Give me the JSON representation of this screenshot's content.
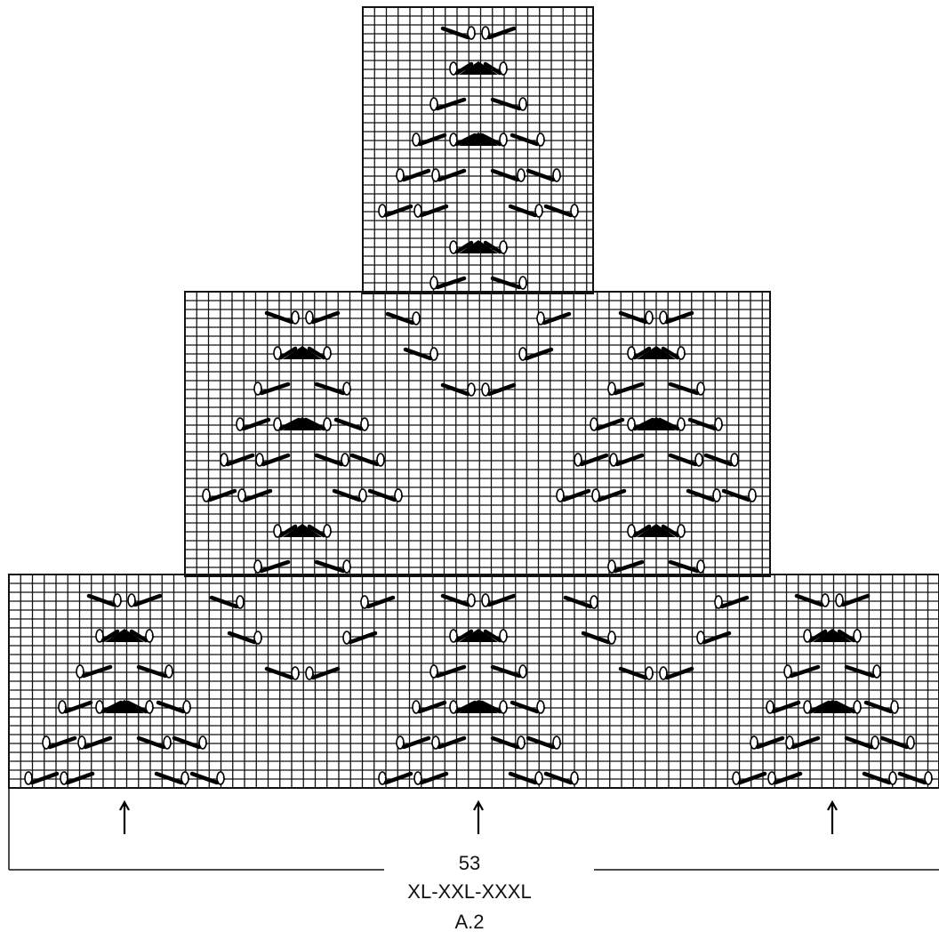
{
  "diagram": {
    "stitch_count": "53",
    "sizes": "XL-XXL-XXXL",
    "chart_name": "A.2",
    "arrow_icon": "up-arrow-icon",
    "symbols": [
      "cable-cross-left-icon",
      "cable-cross-right-icon",
      "triangle-decrease-icon"
    ],
    "colors": {
      "grid_line": "#111111",
      "background": "#ffffff",
      "symbol": "#000000"
    }
  }
}
